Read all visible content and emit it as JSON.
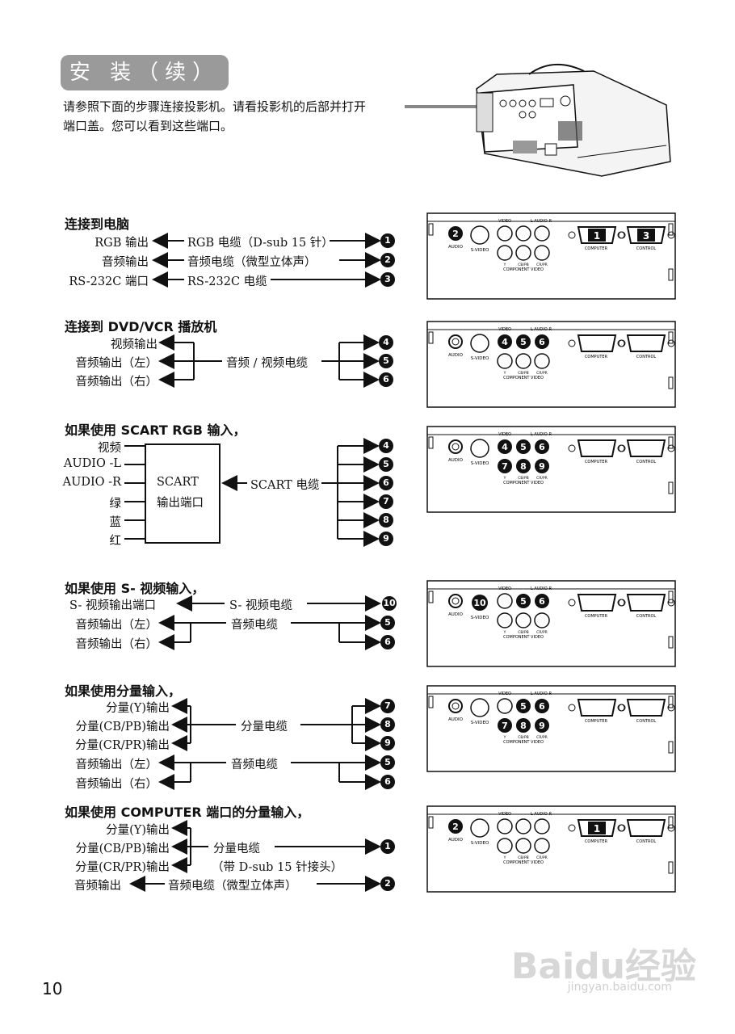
{
  "header": {
    "title": "安 装（续）"
  },
  "intro": {
    "line1": "请参照下面的步骤连接投影机。请看投影机的后部并打开",
    "line2": "端口盖。您可以看到这些端口。"
  },
  "panel_labels": {
    "audio": "AUDIO",
    "svideo": "S-VIDEO",
    "video": "VIDEO",
    "laudior": "L-AUDIO-R",
    "y": "Y",
    "cbpb": "CB/PB",
    "crpr": "CR/PR",
    "component_video": "COMPONENT VIDEO",
    "computer": "COMPUTER",
    "control": "CONTROL"
  },
  "markers": {
    "n1": "1",
    "n2": "2",
    "n3": "3",
    "n4": "4",
    "n5": "5",
    "n6": "6",
    "n7": "7",
    "n8": "8",
    "n9": "9",
    "n10": "10"
  },
  "sections": {
    "pc": {
      "title": "连接到电脑",
      "rgb_out": "RGB 输出",
      "rgb_cable": "RGB 电缆（D-sub 15 针）",
      "audio_out": "音频输出",
      "audio_cable": "音频电缆（微型立体声）",
      "rs_port": "RS-232C 端口",
      "rs_cable": "RS-232C 电缆"
    },
    "dvd": {
      "title": "连接到 DVD/VCR 播放机",
      "video_out": "视频输出",
      "audio_l": "音频输出（左）",
      "audio_r": "音频输出（右）",
      "cable": "音频 / 视频电缆"
    },
    "scart": {
      "title": "如果使用 SCART RGB 输入，",
      "video": "视频",
      "audio_l": "AUDIO -L",
      "audio_r": "AUDIO -R",
      "green": "绿",
      "blue": "蓝",
      "red": "红",
      "box_line1": "SCART",
      "box_line2": "输出端口",
      "cable": "SCART 电缆"
    },
    "svideo": {
      "title": "如果使用 S- 视频输入，",
      "port": "S- 视频输出端口",
      "cable": "S- 视频电缆",
      "audio_l": "音频输出（左）",
      "audio_r": "音频输出（右）",
      "audio_cable": "音频电缆"
    },
    "component": {
      "title": "如果使用分量输入，",
      "y": "分量(Y)输出",
      "cb": "分量(CB/PB)输出",
      "cr": "分量(CR/PR)输出",
      "cable": "分量电缆",
      "audio_l": "音频输出（左）",
      "audio_r": "音频输出（右）",
      "audio_cable": "音频电缆"
    },
    "comp_port": {
      "title": "如果使用 COMPUTER 端口的分量输入，",
      "y": "分量(Y)输出",
      "cb": "分量(CB/PB)输出",
      "cr": "分量(CR/PR)输出",
      "cable": "分量电缆",
      "cable_note": "（带 D-sub 15 针接头）",
      "audio_out": "音频输出",
      "audio_cable": "音频电缆（微型立体声）"
    }
  },
  "footer": {
    "page_number": "10",
    "watermark_main": "Baidu经验",
    "watermark_sub": "jingyan.baidu.com"
  }
}
